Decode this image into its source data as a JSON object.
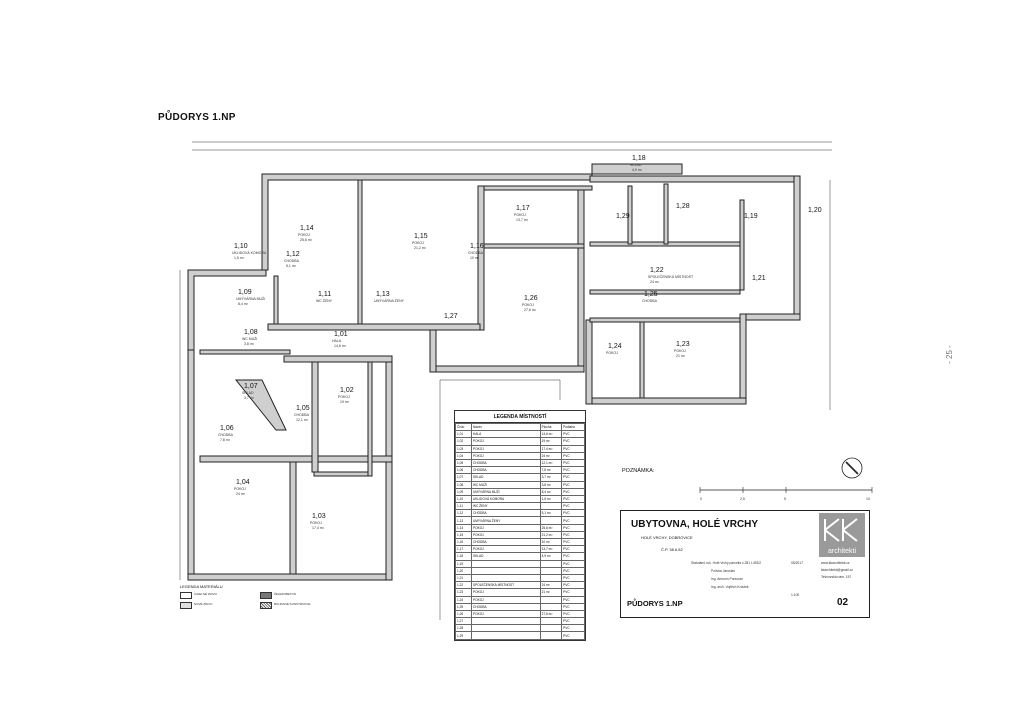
{
  "sheet_title": "PŮDORYS 1.NP",
  "rooms": [
    {
      "num": "1,01",
      "name": "HALA",
      "area": "14,6 m²"
    },
    {
      "num": "1,02",
      "name": "POKOJ",
      "area": "19 m²"
    },
    {
      "num": "1,03",
      "name": "POKOJ",
      "area": "17,4 m²"
    },
    {
      "num": "1,04",
      "name": "POKOJ",
      "area": "24 m²"
    },
    {
      "num": "1,05",
      "name": "CHODBA",
      "area": "12,1 m²"
    },
    {
      "num": "1,06",
      "name": "CHODBA",
      "area": "7,8 m²"
    },
    {
      "num": "1,07",
      "name": "SKLAD",
      "area": "3,7 m²"
    },
    {
      "num": "1,08",
      "name": "WC MUŽI",
      "area": "3,8 m²"
    },
    {
      "num": "1,09",
      "name": "UMÝVÁRNA MUŽI",
      "area": "8,4 m²"
    },
    {
      "num": "1,10",
      "name": "UKLIDOVÁ KOMORA",
      "area": "1,5 m²"
    },
    {
      "num": "1,11",
      "name": "WC ŽENY",
      "area": ""
    },
    {
      "num": "1,12",
      "name": "CHODBA",
      "area": "5,1 m²"
    },
    {
      "num": "1,13",
      "name": "UMÝVÁRNA ŽENY",
      "area": ""
    },
    {
      "num": "1,14",
      "name": "POKOJ",
      "area": "25,6 m²"
    },
    {
      "num": "1,15",
      "name": "POKOJ",
      "area": "21,2 m²"
    },
    {
      "num": "1,16",
      "name": "CHODBA",
      "area": "10 m²"
    },
    {
      "num": "1,17",
      "name": "POKOJ",
      "area": "13,7 m²"
    },
    {
      "num": "1,18",
      "name": "SKLAD",
      "area": "4,9 m²"
    },
    {
      "num": "1,19",
      "name": "",
      "area": ""
    },
    {
      "num": "1,20",
      "name": "",
      "area": ""
    },
    {
      "num": "1,21",
      "name": "",
      "area": ""
    },
    {
      "num": "1,22",
      "name": "SPOLEČENSKÁ MÍSTNOST",
      "area": "24 m²"
    },
    {
      "num": "1,23",
      "name": "POKOJ",
      "area": "21 m²"
    },
    {
      "num": "1,24",
      "name": "POKOJ",
      "area": ""
    },
    {
      "num": "1,25",
      "name": "CHODBA",
      "area": ""
    },
    {
      "num": "1,26",
      "name": "POKOJ",
      "area": "27,6 m²"
    },
    {
      "num": "1,27",
      "name": "",
      "area": ""
    },
    {
      "num": "1,28",
      "name": "",
      "area": ""
    },
    {
      "num": "1,29",
      "name": "",
      "area": ""
    }
  ],
  "legend": {
    "title": "LEGENDA MÍSTNOSTÍ",
    "columns": [
      "Číslo",
      "Název",
      "Plocha",
      "Podlaha"
    ],
    "rows": [
      [
        "1,01",
        "HALA",
        "14,6 m²",
        "PVC"
      ],
      [
        "1,02",
        "POKOJ",
        "19 m²",
        "PVC"
      ],
      [
        "1,03",
        "POKOJ",
        "17,4 m²",
        "PVC"
      ],
      [
        "1,04",
        "POKOJ",
        "24 m²",
        "PVC"
      ],
      [
        "1,05",
        "CHODBA",
        "12,1 m²",
        "PVC"
      ],
      [
        "1,06",
        "CHODBA",
        "7,8 m²",
        "PVC"
      ],
      [
        "1,07",
        "SKLAD",
        "3,7 m²",
        "PVC"
      ],
      [
        "1,08",
        "WC MUŽI",
        "3,8 m²",
        "PVC"
      ],
      [
        "1,09",
        "UMÝVÁRNA MUŽI",
        "8,4 m²",
        "PVC"
      ],
      [
        "1,10",
        "UKLIDOVÁ KOMORA",
        "1,5 m²",
        "PVC"
      ],
      [
        "1,11",
        "WC ŽENY",
        "",
        "PVC"
      ],
      [
        "1,12",
        "CHODBA",
        "5,1 m²",
        "PVC"
      ],
      [
        "1,13",
        "UMÝVÁRNA ŽENY",
        "",
        "PVC"
      ],
      [
        "1,14",
        "POKOJ",
        "25,6 m²",
        "PVC"
      ],
      [
        "1,15",
        "POKOJ",
        "21,2 m²",
        "PVC"
      ],
      [
        "1,16",
        "CHODBA",
        "10 m²",
        "PVC"
      ],
      [
        "1,17",
        "POKOJ",
        "13,7 m²",
        "PVC"
      ],
      [
        "1,18",
        "SKLAD",
        "4,9 m²",
        "PVC"
      ],
      [
        "1,19",
        "",
        "",
        "PVC"
      ],
      [
        "1,20",
        "",
        "",
        "PVC"
      ],
      [
        "1,21",
        "",
        "",
        "PVC"
      ],
      [
        "1,22",
        "SPOLEČENSKÁ MÍSTNOST",
        "24 m²",
        "PVC"
      ],
      [
        "1,23",
        "POKOJ",
        "21 m²",
        "PVC"
      ],
      [
        "1,24",
        "POKOJ",
        "",
        "PVC"
      ],
      [
        "1,25",
        "CHODBA",
        "",
        "PVC"
      ],
      [
        "1,26",
        "POKOJ",
        "27,6 m²",
        "PVC"
      ],
      [
        "1,27",
        "",
        "",
        "PVC"
      ],
      [
        "1,28",
        "",
        "",
        "PVC"
      ],
      [
        "1,29",
        "",
        "",
        "PVC"
      ]
    ]
  },
  "note": {
    "label": "POZNÁMKA:",
    "scale_ticks": [
      "0",
      "2,5",
      "5",
      "10"
    ]
  },
  "titleblock": {
    "project": "UBYTOVNA, HOLÉ VRCHY",
    "subtitle": "HOLÉ VRCHY, DOBROVICE",
    "cp": "Č.P. 38 A 52",
    "drawing_title": "PŮDORYS 1.NP",
    "drawing_number": "02",
    "logo_text": "architekti",
    "date": "05/2017",
    "rows": [
      "Statutární ruš. Holé Vrchy parcella č.281 t.493/2",
      "Polívka Jaroslav",
      "Ing. Antonín Porkoran",
      "Ing. arch. Vojtěch Kroulek",
      "www.kkarchitekti.cz",
      "kkarchitekti@gmail.cz",
      "Tešnovská nám. 157",
      "1:100"
    ]
  },
  "materials_legend": {
    "title": "LEGENDA MATERIÁLU",
    "items": [
      "CIHELNÉ ZDIVO",
      "NOVÉ ZDIVO",
      "ŽELEZOBETON",
      "BOURANÉ KONSTRUKCE"
    ]
  },
  "page_number": "- 25 -"
}
